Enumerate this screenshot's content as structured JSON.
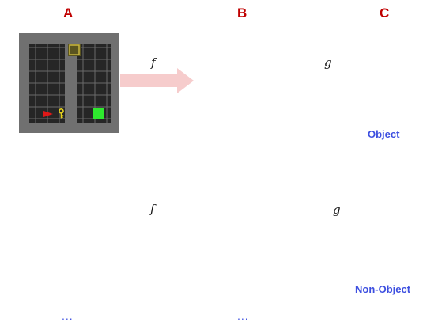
{
  "columns": {
    "a": "A",
    "b": "B",
    "c": "C"
  },
  "top_row": {
    "f_label": "f",
    "g_label": "g",
    "caption": "Object"
  },
  "bottom_row": {
    "f_label": "f",
    "g_label": "g",
    "caption": "Non-Object",
    "ellipsis_a": "...",
    "ellipsis_b": "..."
  },
  "colors": {
    "label_red": "#c00000",
    "caption_blue": "#3d4fe0",
    "arrow_pink": "#f6cccc",
    "panel_gray": "#707070",
    "crop_gray": "#a3a3a3",
    "cell_dark": "#262626",
    "goal_green": "#2ee82e",
    "key_yellow": "#e6d21e",
    "agent_red": "#e01818"
  },
  "icons": [
    "key-icon",
    "agent-icon",
    "door-tile",
    "goal-tile"
  ]
}
